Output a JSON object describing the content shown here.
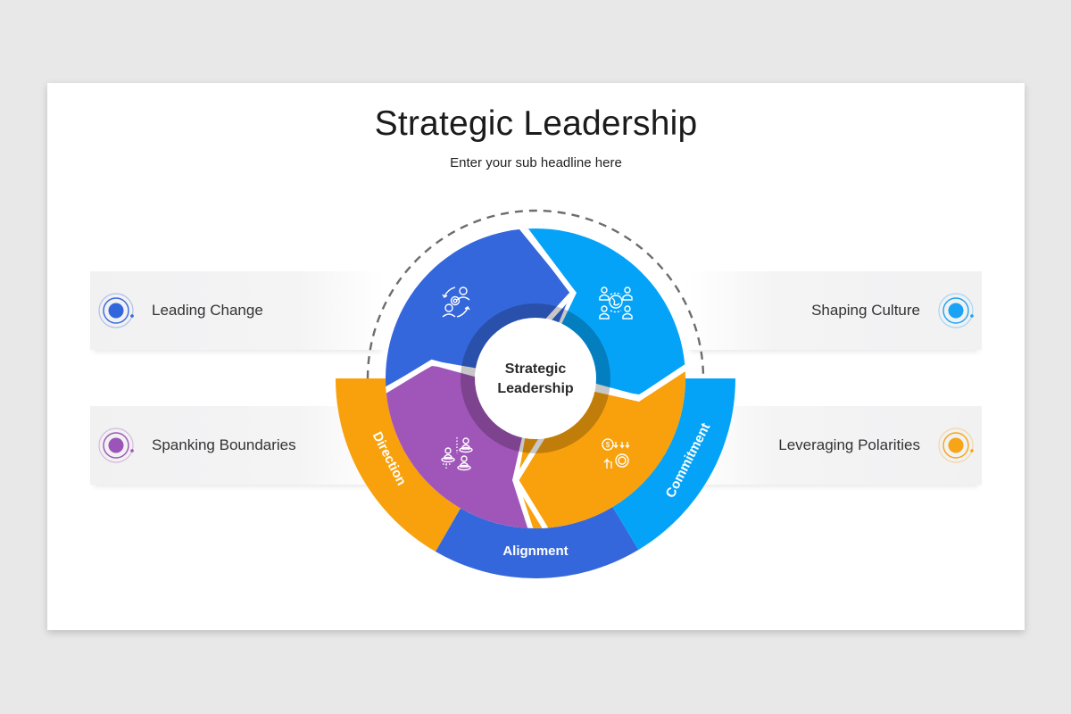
{
  "slide": {
    "title": "Strategic Leadership",
    "subtitle": "Enter your sub headline here"
  },
  "panels": [
    {
      "label": "Leading Change",
      "side": "left",
      "color": "#3366dd"
    },
    {
      "label": "Spanking Boundaries",
      "side": "left",
      "color": "#9b55b8"
    },
    {
      "label": "Shaping Culture",
      "side": "right",
      "color": "#1aa3f5"
    },
    {
      "label": "Leveraging Polarities",
      "side": "right",
      "color": "#f7a416"
    }
  ],
  "diagram": {
    "center_label_line1": "Strategic",
    "center_label_line2": "Leadership",
    "segments": [
      {
        "name": "top-left",
        "color": "#3567dc",
        "icon": "team-cycle-gear-icon"
      },
      {
        "name": "top-right",
        "color": "#05a3f7",
        "icon": "global-team-icon"
      },
      {
        "name": "bottom-right",
        "color": "#f8a10d",
        "icon": "finance-gear-icon"
      },
      {
        "name": "bottom-left",
        "color": "#a056b8",
        "icon": "team-positions-icon"
      }
    ],
    "outer_ring": [
      {
        "label": "Direction",
        "color": "#f8a10d"
      },
      {
        "label": "Alignment",
        "color": "#3567dc"
      },
      {
        "label": "Commitment",
        "color": "#05a3f7"
      }
    ]
  }
}
